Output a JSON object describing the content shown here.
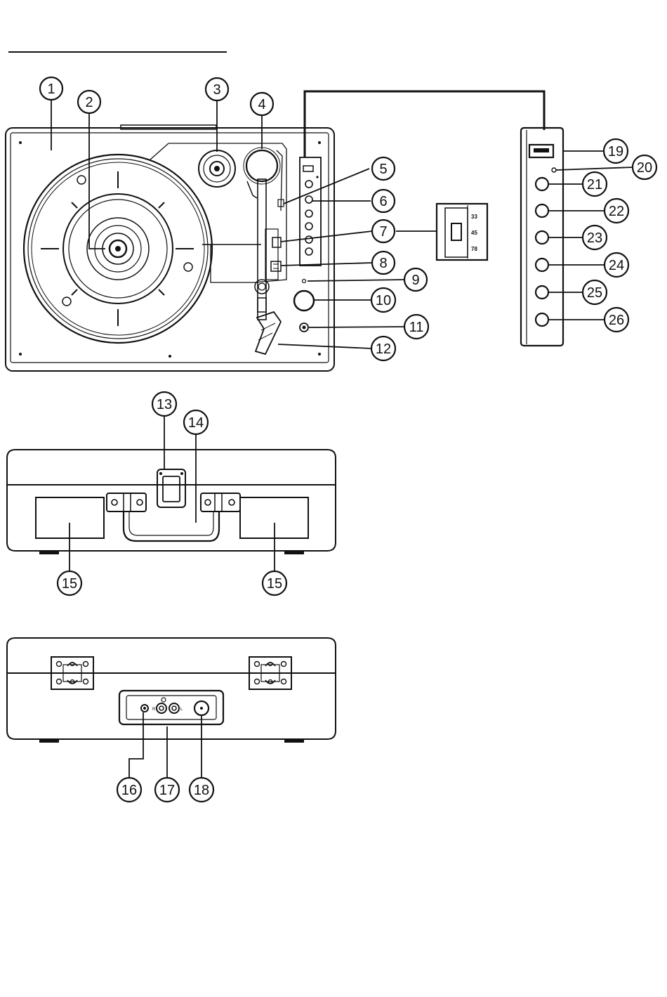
{
  "callouts": [
    {
      "id": "1",
      "label": "1"
    },
    {
      "id": "2",
      "label": "2"
    },
    {
      "id": "3",
      "label": "3"
    },
    {
      "id": "4",
      "label": "4"
    },
    {
      "id": "5",
      "label": "5"
    },
    {
      "id": "6",
      "label": "6"
    },
    {
      "id": "7",
      "label": "7"
    },
    {
      "id": "8",
      "label": "8"
    },
    {
      "id": "9",
      "label": "9"
    },
    {
      "id": "10",
      "label": "10"
    },
    {
      "id": "11",
      "label": "11"
    },
    {
      "id": "12",
      "label": "12"
    },
    {
      "id": "13",
      "label": "13"
    },
    {
      "id": "14",
      "label": "14"
    },
    {
      "id": "15a",
      "label": "15"
    },
    {
      "id": "15b",
      "label": "15"
    },
    {
      "id": "16",
      "label": "16"
    },
    {
      "id": "17",
      "label": "17"
    },
    {
      "id": "18",
      "label": "18"
    },
    {
      "id": "19",
      "label": "19"
    },
    {
      "id": "20",
      "label": "20"
    },
    {
      "id": "21",
      "label": "21"
    },
    {
      "id": "22",
      "label": "22"
    },
    {
      "id": "23",
      "label": "23"
    },
    {
      "id": "24",
      "label": "24"
    },
    {
      "id": "25",
      "label": "25"
    },
    {
      "id": "26",
      "label": "26"
    }
  ],
  "speed_selector": {
    "speeds": [
      "33",
      "45",
      "78"
    ]
  },
  "rear_panel": {
    "right_channel": "R",
    "left_channel": "L"
  },
  "colors": {
    "line": "#111111",
    "background": "#ffffff"
  }
}
